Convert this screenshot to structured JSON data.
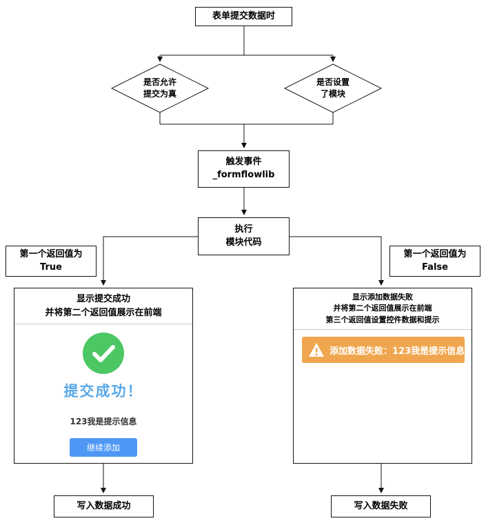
{
  "colors": {
    "success_green": "#4cc764",
    "headline_blue": "#58a8e8",
    "button_blue": "#4e97f5",
    "warning_orange": "#f0a64e"
  },
  "flow": {
    "start": "表单提交数据时",
    "decision_left": {
      "line1": "是否允许",
      "line2": "提交为真"
    },
    "decision_right": {
      "line1": "是否设置",
      "line2": "了模块"
    },
    "trigger": {
      "line1": "触发事件",
      "line2": "_formflowlib"
    },
    "execute": {
      "line1": "执行",
      "line2": "模块代码"
    },
    "label_true": {
      "line1": "第一个返回值为",
      "line2": "True"
    },
    "label_false": {
      "line1": "第一个返回值为",
      "line2": "False"
    },
    "end_success": "写入数据成功",
    "end_fail": "写入数据失败"
  },
  "success_panel": {
    "title_line1": "显示提交成功",
    "title_line2": "并将第二个返回值展示在前端",
    "check_icon": "check-circle",
    "headline": "提交成功！",
    "message": "123我是提示信息",
    "button_label": "继续添加"
  },
  "fail_panel": {
    "title_line1": "显示添加数据失败",
    "title_line2": "并将第二个返回值展示在前端",
    "title_line3": "第三个返回值设置控件数据和提示",
    "alert_icon": "warning-triangle",
    "alert_text": "添加数据失败：123我是提示信息"
  }
}
